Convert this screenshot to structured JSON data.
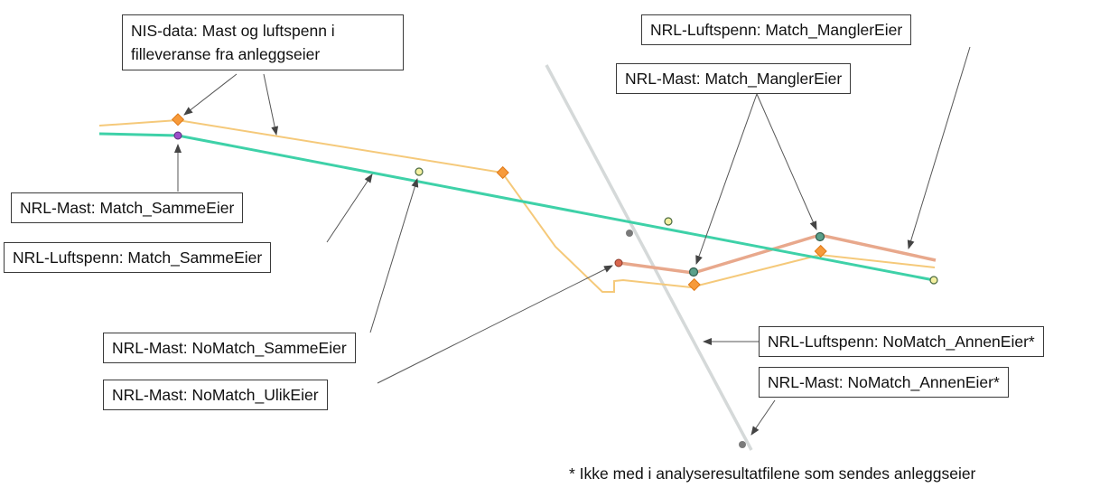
{
  "labels": {
    "nis_data": "NIS-data: Mast og luftspenn i filleveranse fra anleggseier",
    "luftspenn_mangler": "NRL-Luftspenn: Match_ManglerEier",
    "mast_mangler": "NRL-Mast: Match_ManglerEier",
    "mast_samme": "NRL-Mast: Match_SammeEier",
    "luftspenn_samme": "NRL-Luftspenn: Match_SammeEier",
    "mast_nomatch_samme": "NRL-Mast: NoMatch_SammeEier",
    "mast_nomatch_ulik": "NRL-Mast: NoMatch_UlikEier",
    "luftspenn_nomatch_annen": "NRL-Luftspenn: NoMatch_AnnenEier*",
    "mast_nomatch_annen": "NRL-Mast: NoMatch_AnnenEier*"
  },
  "footnote": "* Ikke med i analyseresultatfilene som sendes anleggseier",
  "colors": {
    "nis_line": "#f5c97a",
    "nis_mast": "#f79a3a",
    "match_line": "#3ed1a8",
    "mangler_line": "#e8a88c",
    "mast_mangler_fill": "#5aa08a",
    "mast_samme_fill": "#9c4fc9",
    "mast_nomatch_samme_fill": "#f4f0a0",
    "mast_ulik_fill": "#d9674f",
    "annen_line": "#d5d9d9",
    "annen_mast": "#7a7a7a",
    "arrow": "#555555"
  }
}
